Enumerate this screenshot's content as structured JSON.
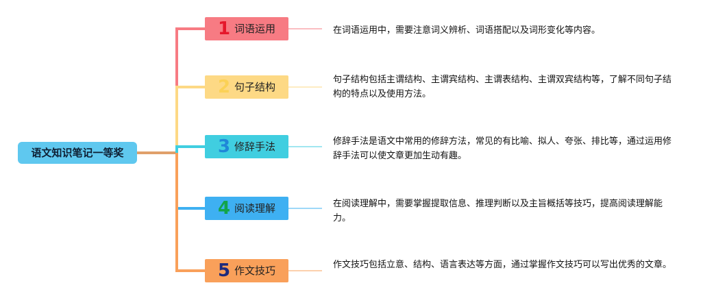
{
  "root": {
    "label": "语文知识笔记一等奖"
  },
  "branches": [
    {
      "num": "1",
      "label": "词语运用",
      "desc": "在词语运用中，需要注意词义辨析、词语搭配以及词形变化等内容。",
      "color": "#f77b83",
      "num_color": "#e5172b"
    },
    {
      "num": "2",
      "label": "句子结构",
      "desc": "句子结构包括主谓结构、主谓宾结构、主谓表结构、主谓双宾结构等，了解不同句子结构的特点以及使用方法。",
      "color": "#fdd985",
      "num_color": "#fbd156"
    },
    {
      "num": "3",
      "label": "修辞手法",
      "desc": "修辞手法是语文中常用的修辞方法，常见的有比喻、拟人、夸张、排比等，通过运用修辞手法可以使文章更加生动有趣。",
      "color": "#40cee0",
      "num_color": "#1f87d8"
    },
    {
      "num": "4",
      "label": "阅读理解",
      "desc": "在阅读理解中，需要掌握提取信息、推理判断以及主旨概括等技巧，提高阅读理解能力。",
      "color": "#3eb0f2",
      "num_color": "#12a44a"
    },
    {
      "num": "5",
      "label": "作文技巧",
      "desc": "作文技巧包括立意、结构、语言表达等方面，通过掌握作文技巧可以写出优秀的文章。",
      "color": "#f9a05a",
      "num_color": "#1d2a7c"
    }
  ]
}
